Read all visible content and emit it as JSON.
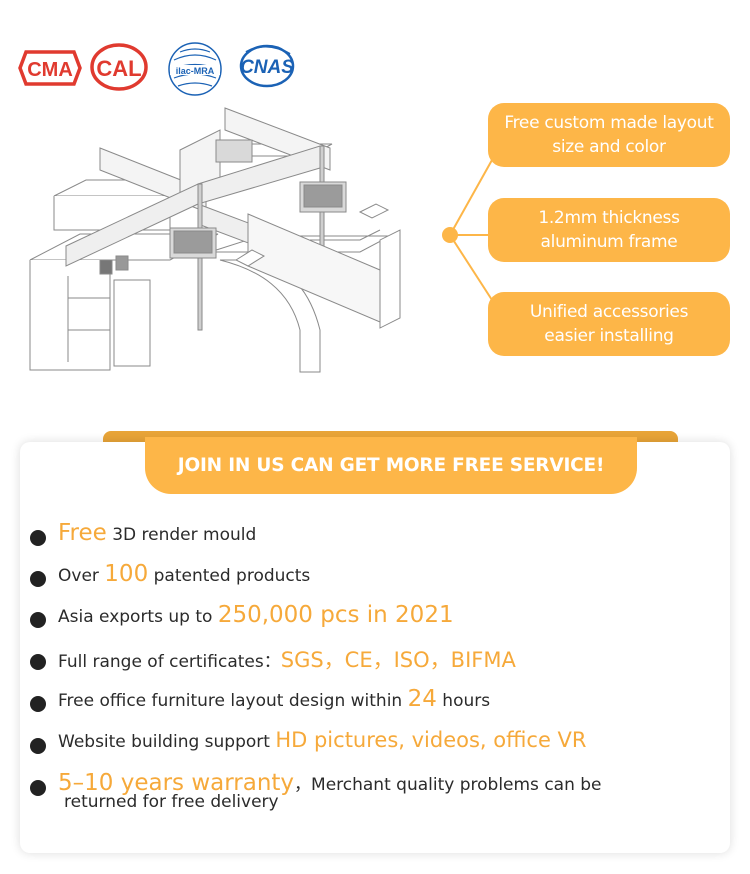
{
  "certifications": {
    "cma_text": "CMA",
    "cal_text": "CAL",
    "ilac_text": "ilac-MRA",
    "cnas_text": "CNAS"
  },
  "callouts": [
    {
      "line1": "Free custom made layout",
      "line2": "size and color"
    },
    {
      "line1": "1.2mm thickness",
      "line2": "aluminum frame"
    },
    {
      "line1": "Unified accessories",
      "line2": "easier installing"
    }
  ],
  "banner": "JOIN IN US CAN GET MORE FREE SERVICE!",
  "services": [
    {
      "hl": "Free",
      "after": "3D render mould"
    },
    {
      "before": "Over",
      "hl": "100",
      "after": "patented products"
    },
    {
      "before": "Asia exports up to",
      "hl": "250,000 pcs in 2021"
    },
    {
      "before": "Full range of certificates：",
      "hl": "SGS，CE，ISO，BIFMA"
    },
    {
      "before": "Free office furniture layout design within",
      "hl": "24",
      "after": "hours"
    },
    {
      "before": "Website building support",
      "hl": "HD pictures, videos, office VR"
    },
    {
      "hl": "5–10 years warranty",
      "after": "，Merchant quality problems can be",
      "line2": "returned for free delivery"
    }
  ],
  "colors": {
    "accent": "#fdb648",
    "highlight_text": "#f6a93a",
    "logo_red": "#e03a2f",
    "logo_blue": "#1b62b5"
  }
}
